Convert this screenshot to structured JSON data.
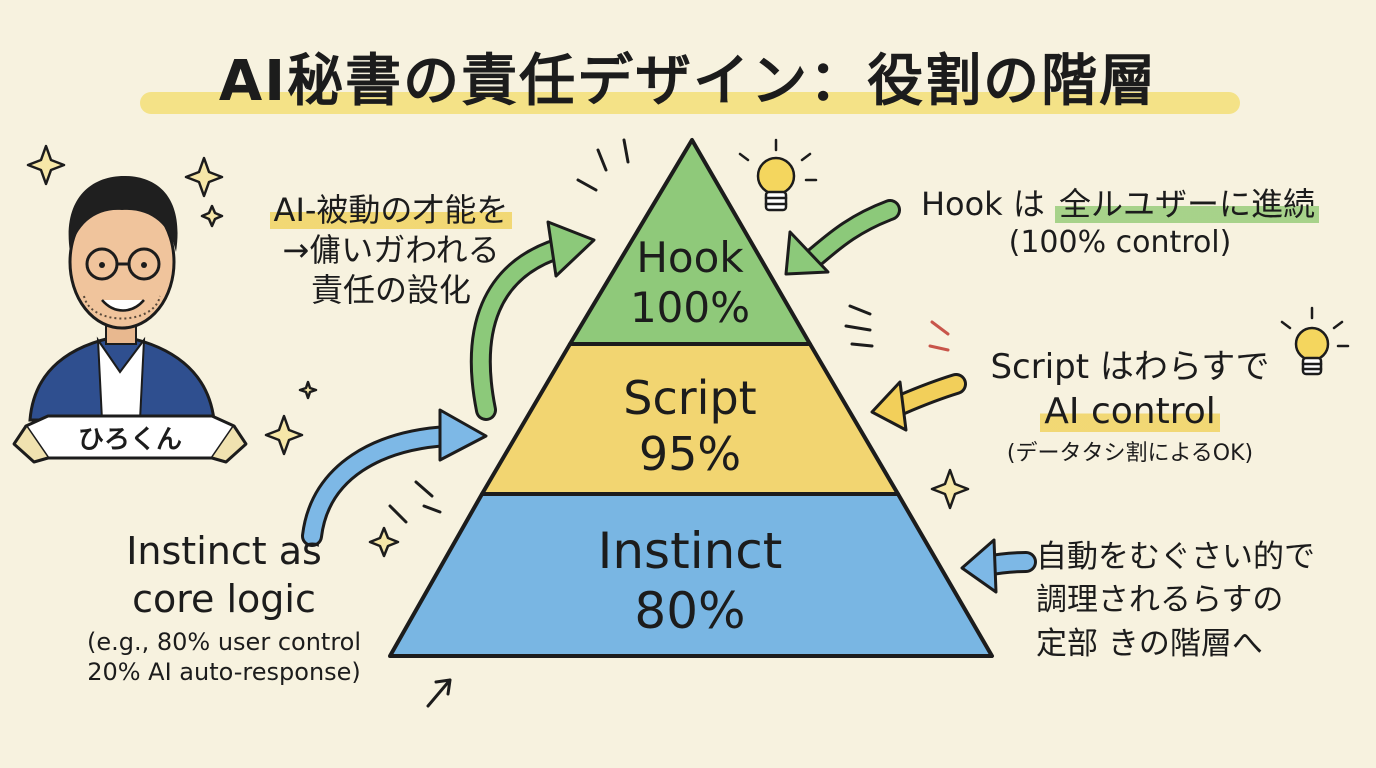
{
  "title": "AI秘書の責任デザイン：役割の階層",
  "colors": {
    "background": "#f7f2df",
    "hook_green": "#8fc97a",
    "script_yellow": "#f2d571",
    "instinct_blue": "#79b6e3",
    "arrow_green": "#8cc97a",
    "arrow_blue": "#7db8e6",
    "arrow_yellow": "#f2cf5a"
  },
  "avatar": {
    "name": "ひろくん"
  },
  "pyramid": {
    "layers": [
      {
        "name": "Hook",
        "value": "100%"
      },
      {
        "name": "Script",
        "value": "95%"
      },
      {
        "name": "Instinct",
        "value": "80%"
      }
    ]
  },
  "left_top_note": {
    "line1": "AI-被動の才能を",
    "line2": "→傭いガわれる",
    "line3": "責任の設化"
  },
  "left_bottom_note": {
    "line1": "Instinct as",
    "line2": "core logic",
    "line3": "(e.g., 80% user control",
    "line4": "20% AI auto-response)"
  },
  "right_top_note": {
    "line1_a": "Hook は ",
    "line1_b": "全ルユザーに進続",
    "line2": "(100% control)"
  },
  "right_mid_note": {
    "line1": "Script はわらすで",
    "line2": "AI control",
    "line3": "(データタシ割によるOK)"
  },
  "right_bottom_note": {
    "line1": "自動をむぐさい的で",
    "line2": "調理されるらすの",
    "line3": "定部 きの階層へ"
  }
}
